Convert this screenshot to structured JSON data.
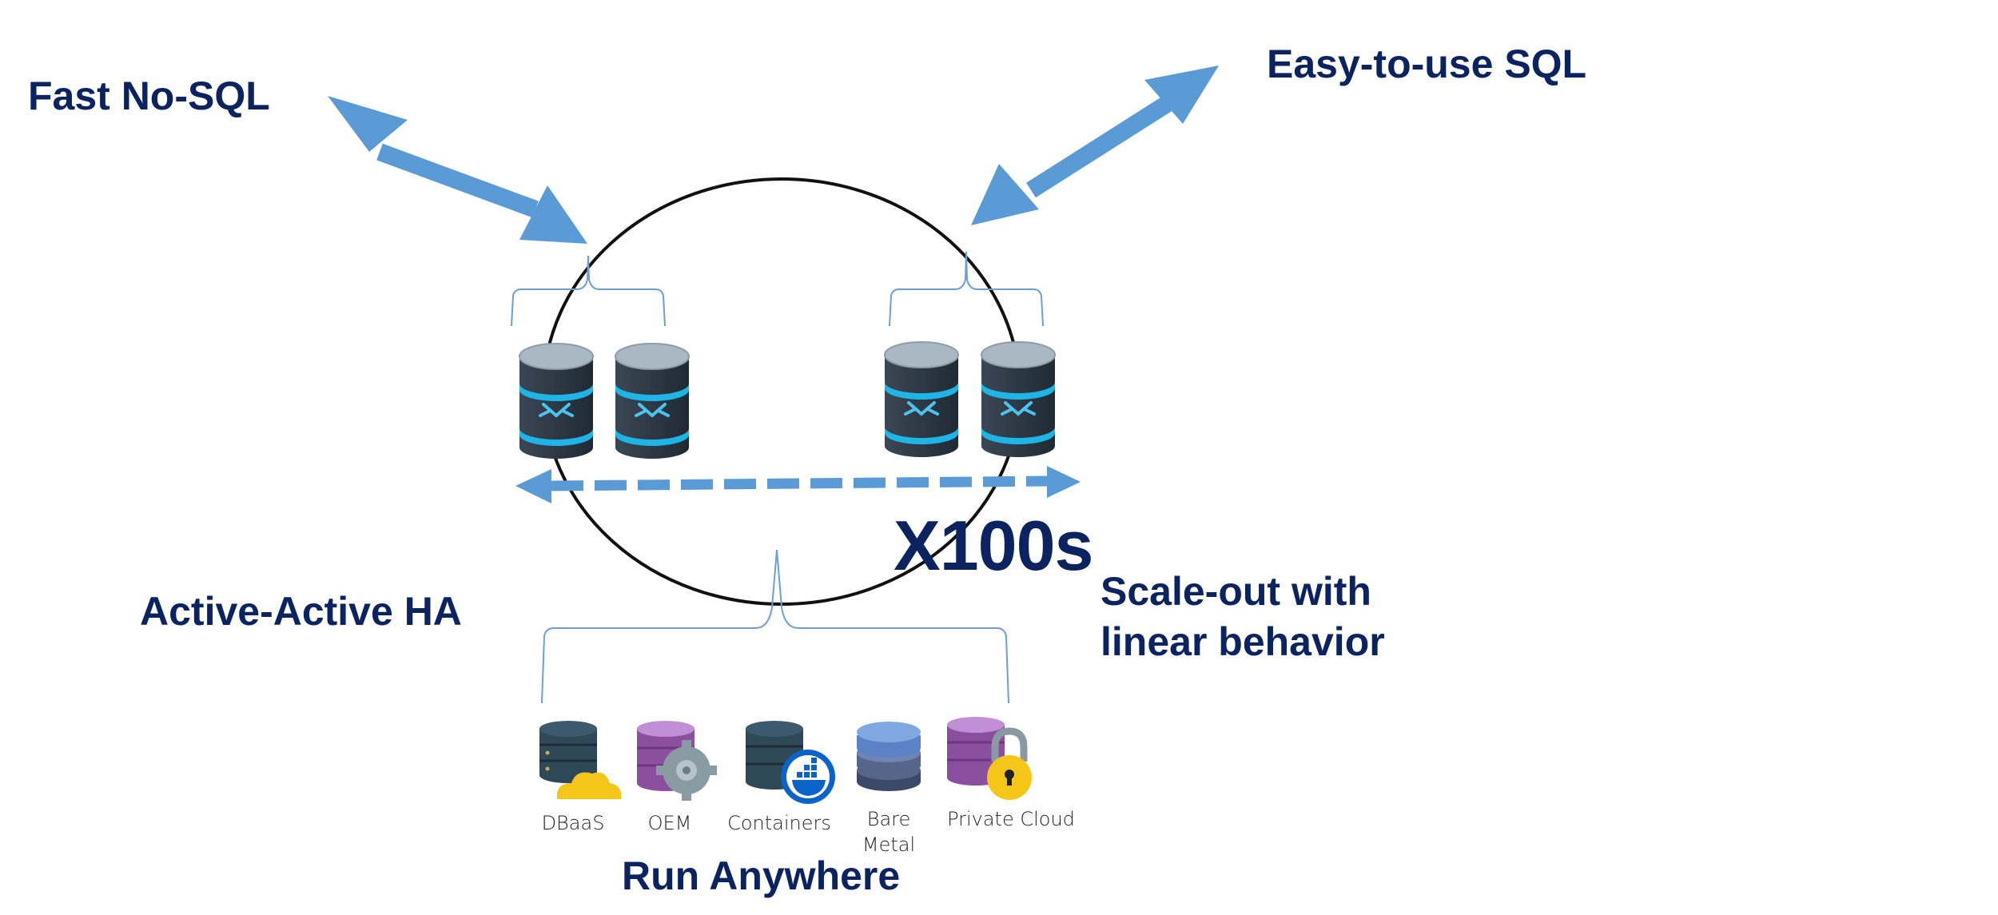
{
  "labels": {
    "fast_nosql": "Fast No-SQL",
    "easy_sql": "Easy-to-use SQL",
    "active_active": "Active-Active HA",
    "x100s": "X100s",
    "scale_out_line1": "Scale-out with",
    "scale_out_line2": "linear behavior",
    "run_anywhere": "Run Anywhere"
  },
  "platforms": [
    {
      "label": "DBaaS",
      "icon": "database-cloud-icon"
    },
    {
      "label": "OEM",
      "icon": "database-gear-icon"
    },
    {
      "label": "Containers",
      "icon": "database-docker-icon"
    },
    {
      "label_line1": "Bare",
      "label_line2": "Metal",
      "icon": "stacked-disks-icon"
    },
    {
      "label": "Private Cloud",
      "icon": "database-lock-icon"
    }
  ],
  "colors": {
    "heading_text": "#0b2460",
    "arrow_blue": "#5b9bd5",
    "bracket_blue": "#6aa0d6",
    "node_dark": "#2e3a47",
    "node_stripe": "#1eb4e6",
    "node_top": "#a9b8c2"
  }
}
